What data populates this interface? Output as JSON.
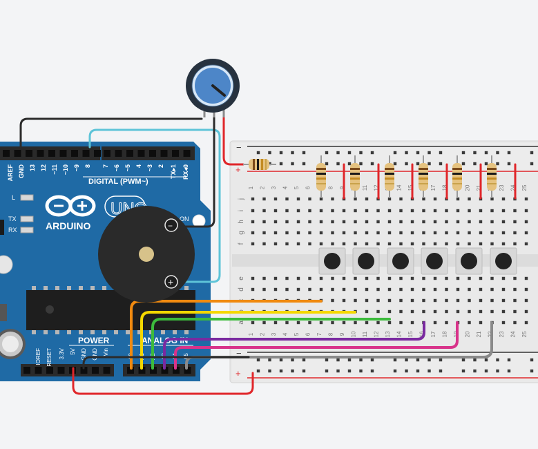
{
  "arduino": {
    "logo_text": "ARDUINO",
    "model": "UNO",
    "digital_label": "DIGITAL (PWM~)",
    "power_label": "POWER",
    "analog_label": "ANALOG IN",
    "top_pins": [
      "AREF",
      "GND",
      "13",
      "12",
      "~11",
      "~10",
      "~9",
      "8",
      "7",
      "~6",
      "~5",
      "4",
      "~3",
      "2",
      "TX▸1",
      "RX◂0"
    ],
    "power_pins": [
      "IOREF",
      "RESET",
      "3.3V",
      "5V",
      "GND",
      "GND",
      "Vin"
    ],
    "analog_pins": [
      "A0",
      "A1",
      "A2",
      "A3",
      "A4",
      "A5"
    ],
    "led_labels": [
      "L",
      "TX",
      "RX"
    ],
    "on_label": "ON"
  },
  "buzzer": {
    "minus": "−",
    "plus": "+"
  },
  "breadboard": {
    "rail_minus": "−",
    "rail_plus": "+",
    "columns": [
      "1",
      "2",
      "3",
      "4",
      "5",
      "6",
      "7",
      "8",
      "9",
      "10",
      "11",
      "12",
      "13",
      "14",
      "15",
      "16",
      "17",
      "18",
      "19",
      "20",
      "21",
      "22",
      "23",
      "24",
      "25"
    ],
    "rows_top": [
      "j",
      "i",
      "h",
      "g",
      "f"
    ],
    "rows_bottom": [
      "e",
      "d",
      "c",
      "b",
      "a"
    ]
  },
  "colors": {
    "board": "#1f6aa5",
    "wire_red": "#e0262a",
    "wire_black": "#2b2b2b",
    "wire_cyan": "#5ec4d8",
    "wire_orange": "#f08a10",
    "wire_yellow": "#f5d800",
    "wire_green": "#3cbb3c",
    "wire_purple": "#7a2aa0",
    "wire_magenta": "#d8338a",
    "wire_gray": "#8a8a8a"
  }
}
